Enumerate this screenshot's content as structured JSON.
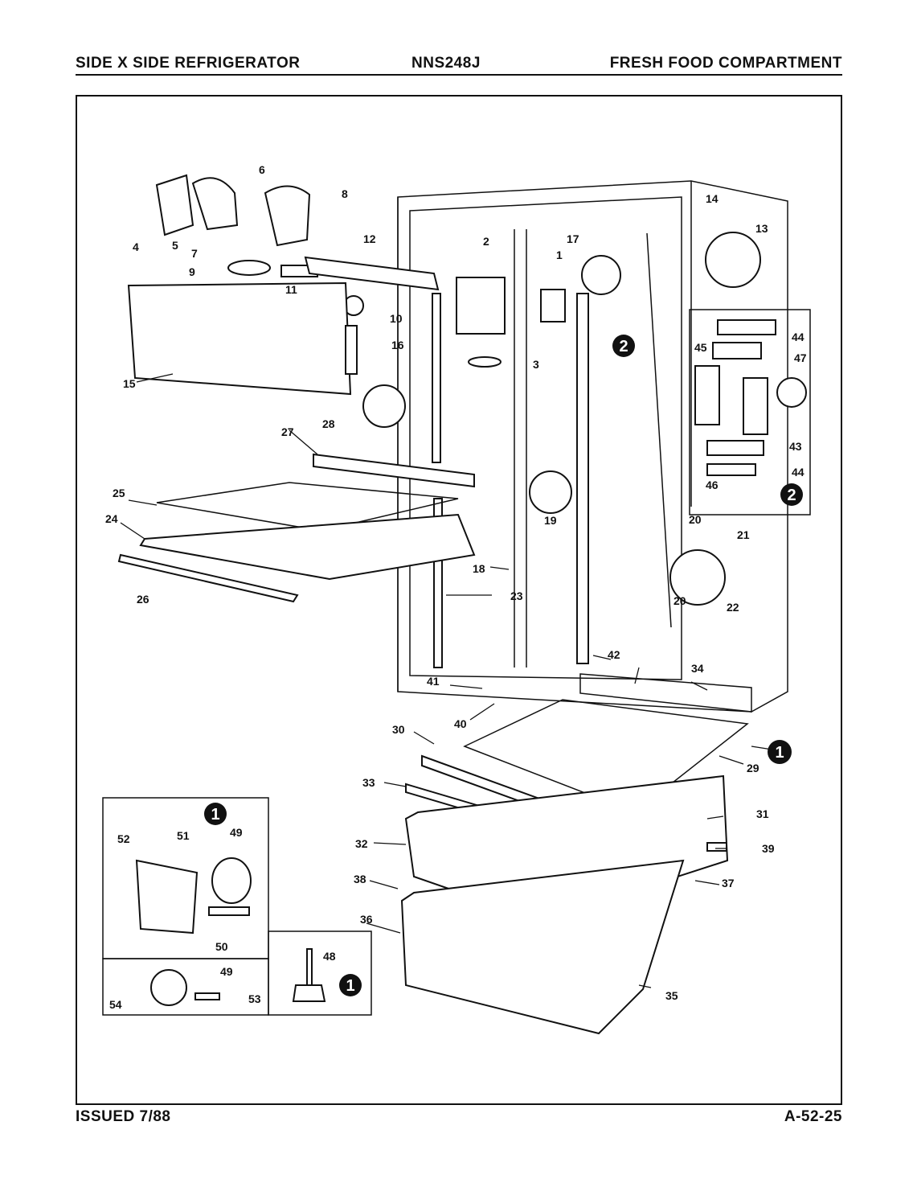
{
  "header": {
    "left": "SIDE X SIDE REFRIGERATOR",
    "model": "NNS248J",
    "right": "FRESH FOOD COMPARTMENT"
  },
  "footer": {
    "issued": "ISSUED 7/88",
    "code": "A-52-25"
  },
  "callouts": [
    "1",
    "2"
  ],
  "labels": [
    "1",
    "2",
    "3",
    "4",
    "5",
    "6",
    "7",
    "8",
    "9",
    "10",
    "11",
    "12",
    "13",
    "14",
    "15",
    "16",
    "17",
    "18",
    "19",
    "20",
    "21",
    "22",
    "23",
    "24",
    "25",
    "26",
    "27",
    "28",
    "29",
    "30",
    "31",
    "32",
    "33",
    "34",
    "35",
    "36",
    "37",
    "38",
    "39",
    "40",
    "41",
    "42",
    "43",
    "44",
    "45",
    "46",
    "47",
    "48",
    "49",
    "50",
    "51",
    "52",
    "53",
    "54"
  ]
}
